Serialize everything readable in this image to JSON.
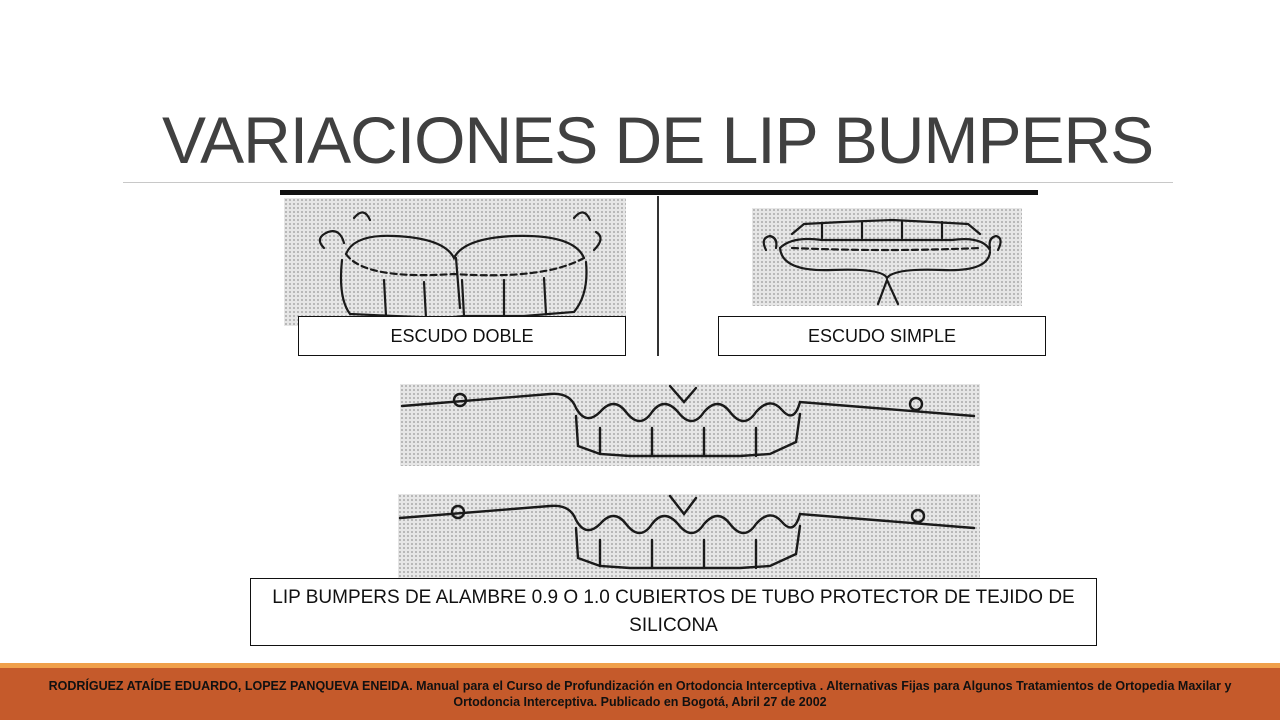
{
  "slide": {
    "title": "VARIACIONES DE LIP BUMPERS",
    "labels": {
      "double_shield": "ESCUDO DOBLE",
      "single_shield": "ESCUDO SIMPLE"
    },
    "caption": "LIP BUMPERS DE ALAMBRE 0.9 O 1.0 CUBIERTOS DE TUBO PROTECTOR DE TEJIDO DE SILICONA",
    "footer": "RODRÍGUEZ ATAÍDE EDUARDO, LOPEZ PANQUEVA ENEIDA. Manual para el Curso de Profundización en Ortodoncia Interceptiva . Alternativas  Fijas  para  Algunos  Tratamientos  de  Ortopedia  Maxilar y Ortodoncia   Interceptiva. Publicado en Bogotá, Abril 27 de 2002",
    "colors": {
      "title": "#404040",
      "footer_bar": "#c55a2b",
      "footer_accent": "#f0a04b"
    }
  }
}
